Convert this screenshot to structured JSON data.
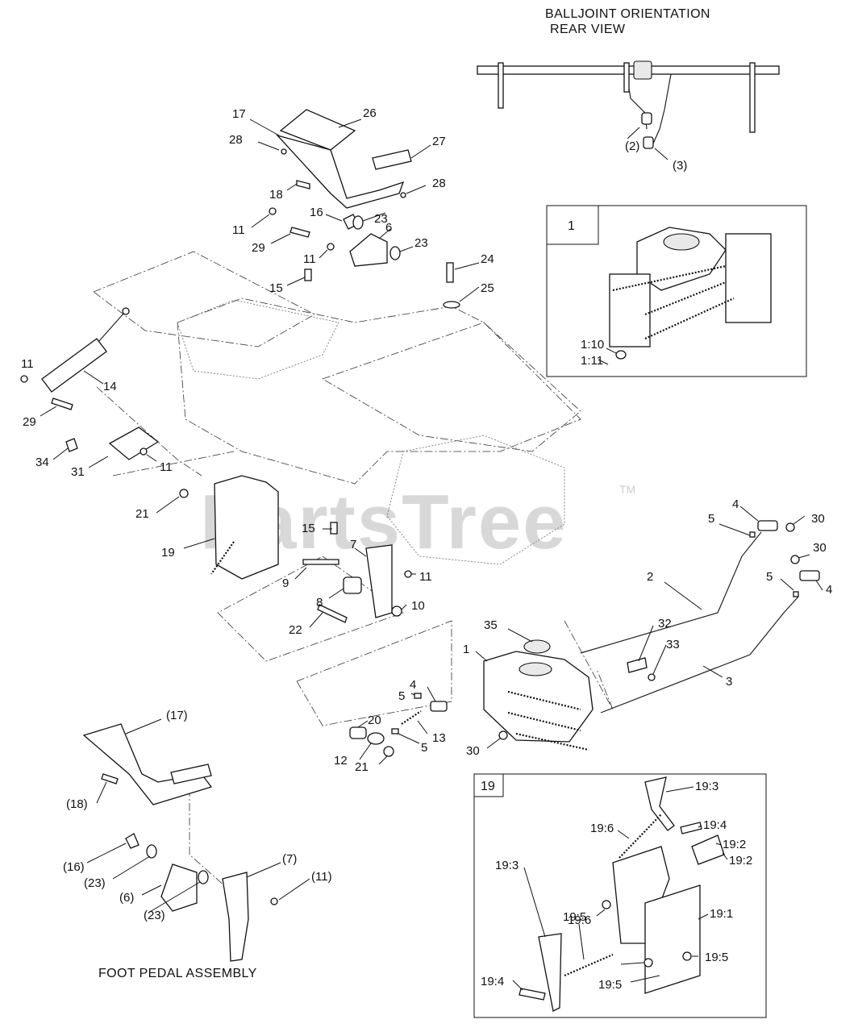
{
  "captions": {
    "balljoint_title_1": "BALLJOINT ORIENTATION",
    "balljoint_title_2": "REAR VIEW",
    "foot_pedal": "FOOT PEDAL ASSEMBLY"
  },
  "detail_boxes": {
    "box1_label": "1",
    "box19_label": "19"
  },
  "watermark": {
    "text": "PartsTree",
    "tm": "TM"
  },
  "callouts": {
    "c2": "(2)",
    "c3": "(3)",
    "c17": "17",
    "c26": "26",
    "c28a": "28",
    "c27": "27",
    "c28b": "28",
    "c18": "18",
    "c16": "16",
    "c23a": "23",
    "c6": "6",
    "c23b": "23",
    "c11a": "11",
    "c29a": "29",
    "c11b": "11",
    "c24": "24",
    "c15a": "15",
    "c25": "25",
    "c11c": "11",
    "c14": "14",
    "c29b": "29",
    "c34": "34",
    "c31": "31",
    "c11d": "11",
    "c21a": "21",
    "c19": "19",
    "c15b": "15",
    "c7": "7",
    "c9": "9",
    "c11e": "11",
    "c8": "8",
    "c10": "10",
    "c22": "22",
    "c4a": "4",
    "c30a": "30",
    "c5a": "5",
    "c30b": "30",
    "c2m": "2",
    "c5b": "5",
    "c4b": "4",
    "c35": "35",
    "c32": "32",
    "c33": "33",
    "c1": "1",
    "c3m": "3",
    "c5c": "5",
    "c4c": "4",
    "c20": "20",
    "c13": "13",
    "c12": "12",
    "c21b": "21",
    "c5d": "5",
    "c30c": "30",
    "b110": "1:10",
    "b111": "1:11",
    "f17": "(17)",
    "f18": "(18)",
    "f16": "(16)",
    "f23a": "(23)",
    "f6": "(6)",
    "f23b": "(23)",
    "f7": "(7)",
    "f11": "(11)",
    "d193a": "19:3",
    "d194a": "19:4",
    "d196a": "19:6",
    "d192a": "19:2",
    "d192b": "19:2",
    "d195a": "19:5",
    "d191": "19:1",
    "d193b": "19:3",
    "d196b": "19:6",
    "d195b": "19:5",
    "d194b": "19:4",
    "d195c": "19:5"
  }
}
